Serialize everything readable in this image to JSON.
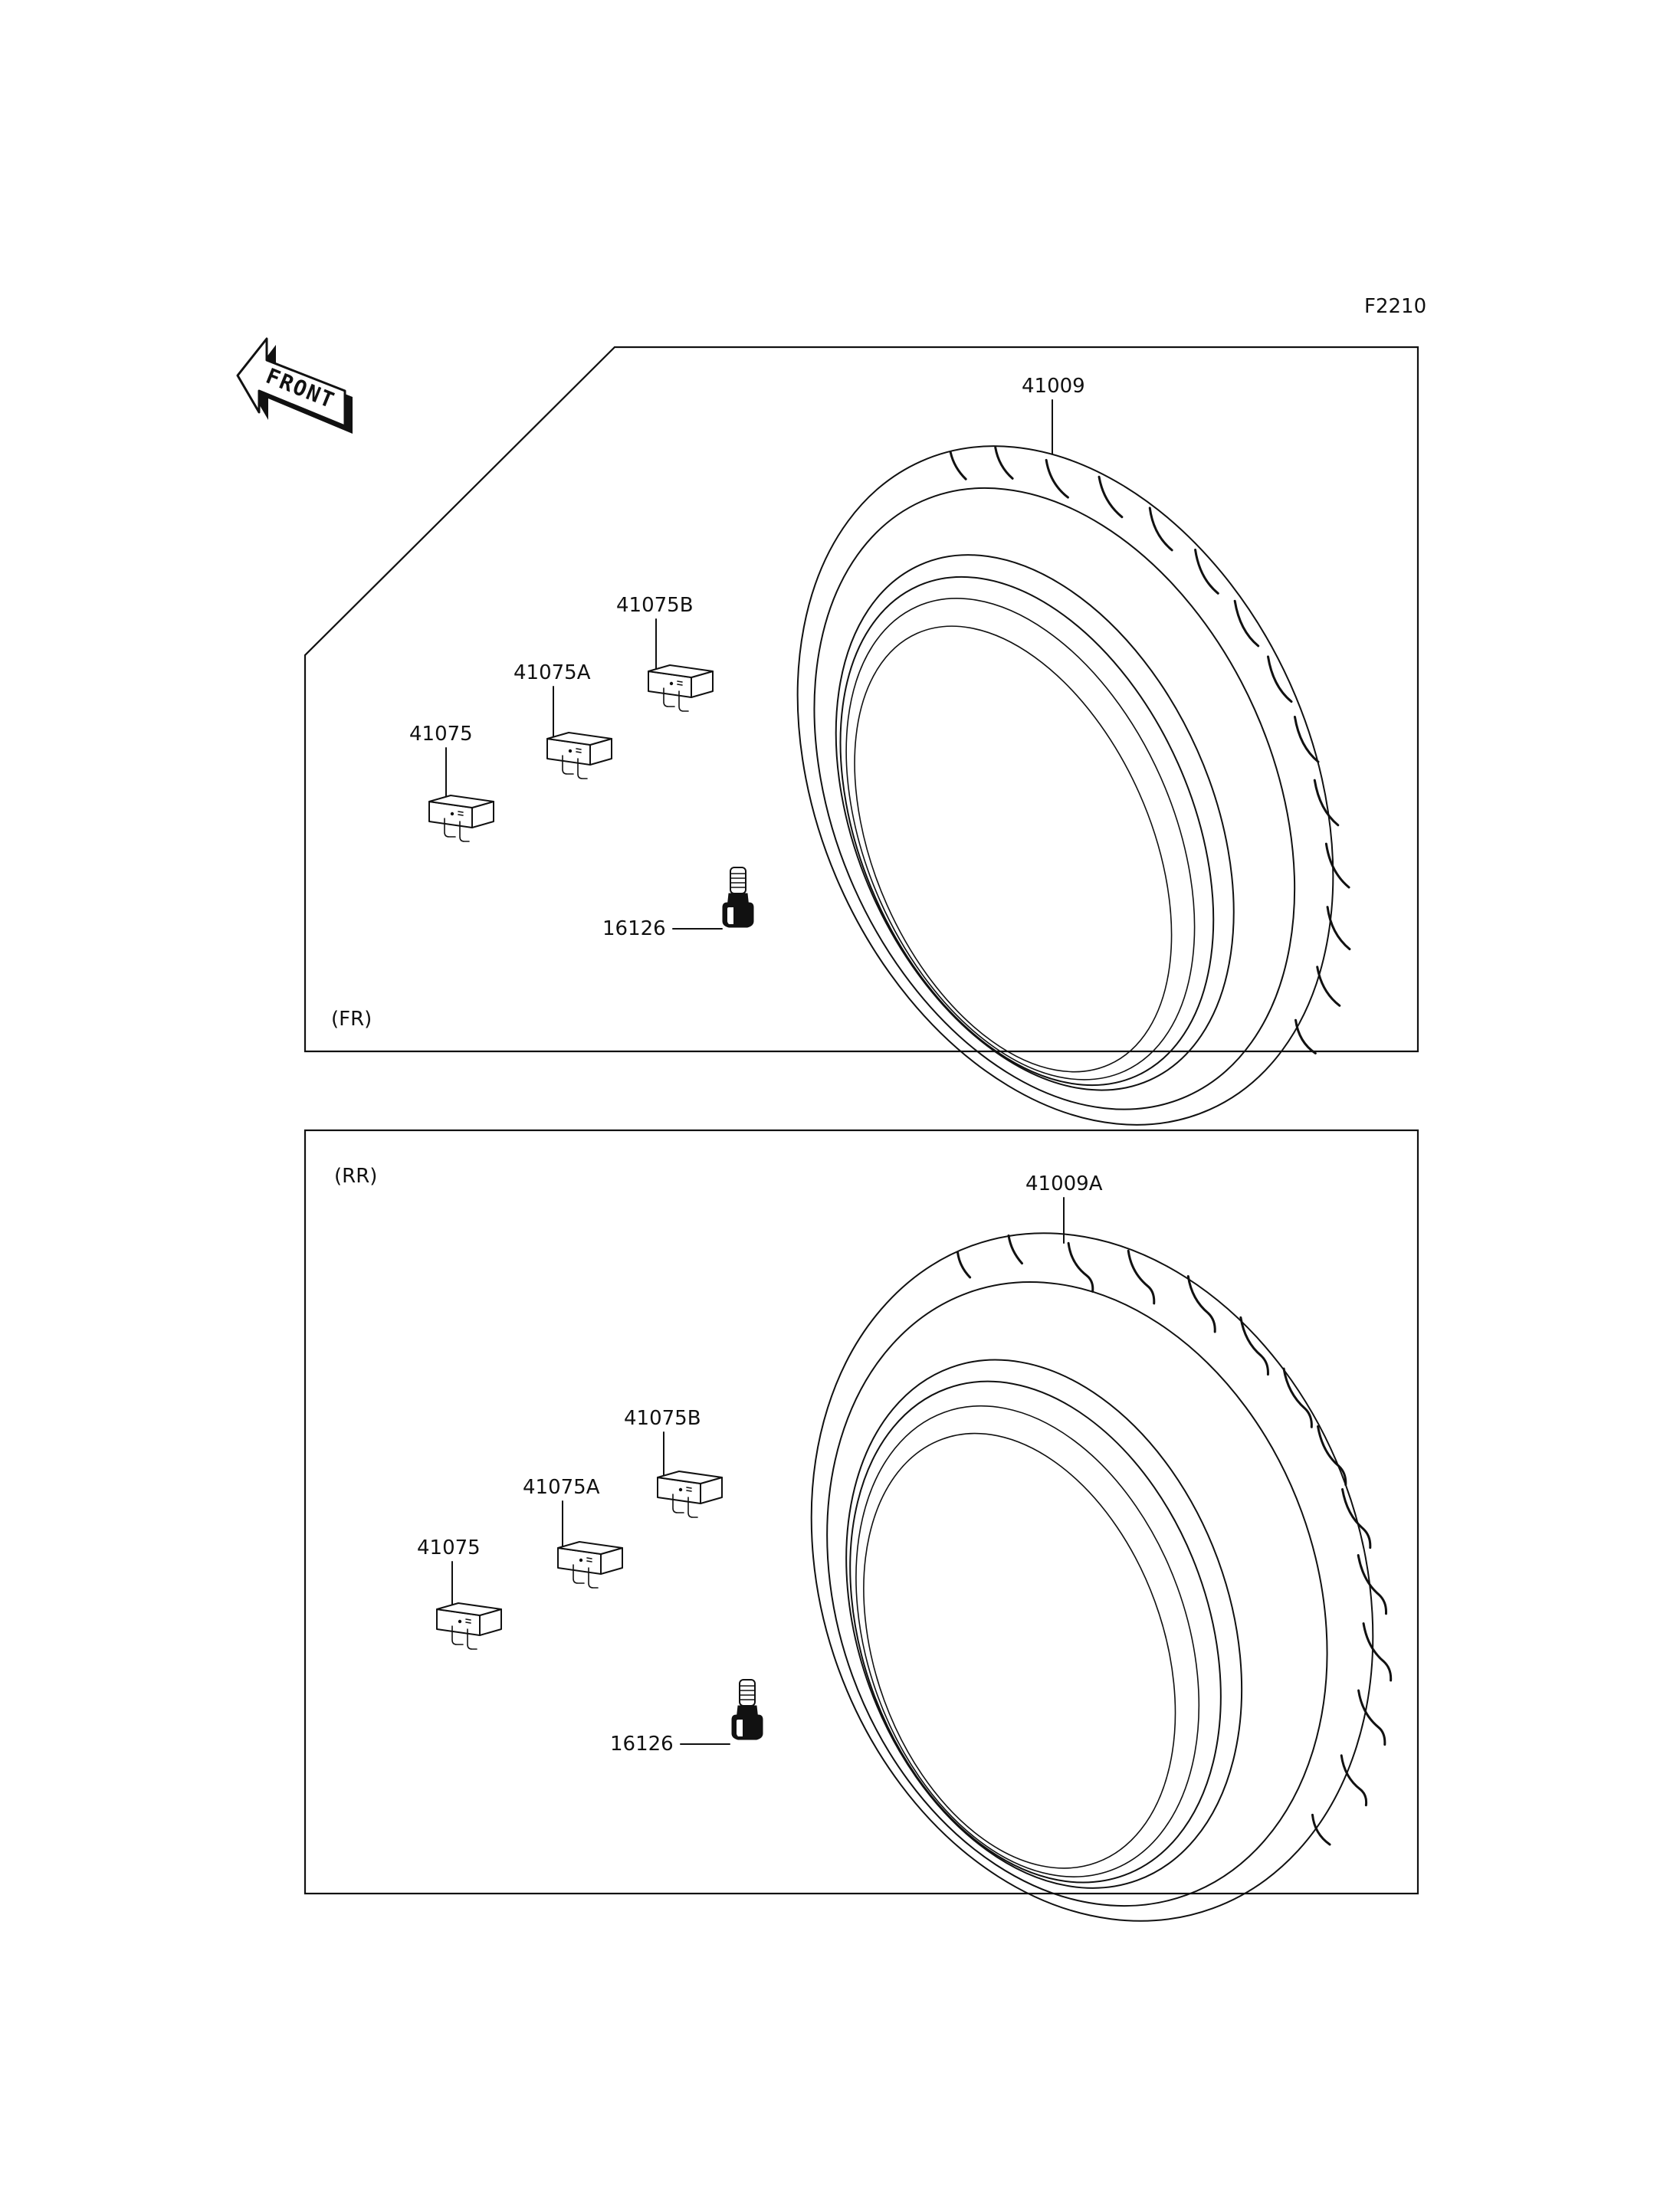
{
  "sheet": {
    "figure_code": "F2210"
  },
  "orientation": {
    "arrow_text": "FRONT"
  },
  "panels": [
    {
      "id": "front",
      "section_label": "(FR)",
      "tire_part": "41009",
      "parts": {
        "weight": "41075",
        "weight_a": "41075A",
        "weight_b": "41075B",
        "valve": "16126"
      }
    },
    {
      "id": "rear",
      "section_label": "(RR)",
      "tire_part": "41009A",
      "parts": {
        "weight": "41075",
        "weight_a": "41075A",
        "weight_b": "41075B",
        "valve": "16126"
      }
    }
  ],
  "icons": {
    "front_arrow": "front-arrow-icon",
    "tire": "tire-icon",
    "weight": "balance-weight-icon",
    "valve": "tire-valve-icon"
  }
}
